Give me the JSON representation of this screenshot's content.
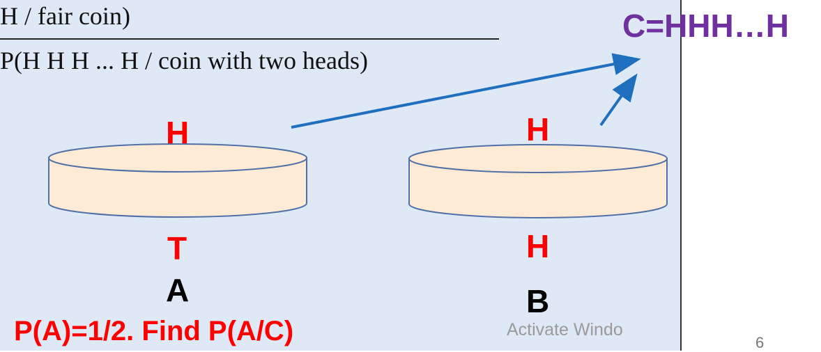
{
  "formula": {
    "numerator_fragment": "H / fair coin)",
    "denominator_fragment": "P(H H H ... H / coin with  two heads)"
  },
  "event_c": "C=HHH…H",
  "coin_a": {
    "top_face": "H",
    "bottom_face": "T",
    "name": "A"
  },
  "coin_b": {
    "top_face": "H",
    "bottom_face": "H",
    "name": "B"
  },
  "question": "P(A)=1/2. Find P(A/C)",
  "watermark": "Activate Windo",
  "slide_number": "6",
  "colors": {
    "panel_bg": "#dfe9f5",
    "coin_fill": "#fdebd5",
    "arrow": "#1f6fbf",
    "face_label": "#ff0000",
    "event_label": "#7030a0"
  }
}
